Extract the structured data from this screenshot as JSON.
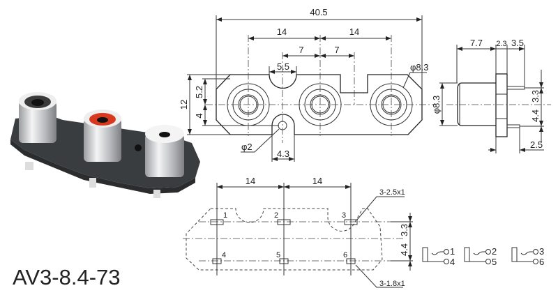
{
  "title": "AV3-8.4-73",
  "top_view": {
    "overall_width": "40.5",
    "pitch_left": "14",
    "pitch_right": "14",
    "half_pitch_left": "7",
    "half_pitch_right": "7",
    "notch_width": "5.5",
    "height_total": "12",
    "height_upper": "5.2",
    "height_lower": "4",
    "hole_diameter": "φ2",
    "tab_width": "4.3",
    "jack_diameter": "φ8.3"
  },
  "side_view": {
    "body_length": "7.7",
    "flange_thickness": "2.3",
    "pin_length": "3.5",
    "diameter": "φ8.3",
    "pin_upper_offset": "3.3",
    "pin_lower_offset": "4.4",
    "pin_lower_length": "2.5"
  },
  "pcb_layout": {
    "pitch_left": "14",
    "pitch_right": "14",
    "upper_pad_note": "3-2.5x1",
    "lower_pad_note": "3-1.8x1",
    "upper_offset": "3.3",
    "lower_offset": "4.4",
    "pins": [
      "1",
      "2",
      "3",
      "4",
      "5",
      "6"
    ]
  },
  "schematics": [
    {
      "top": "1",
      "bottom": "4"
    },
    {
      "top": "2",
      "bottom": "5"
    },
    {
      "top": "3",
      "bottom": "6"
    }
  ],
  "colors": {
    "plastic": "#3a3d40",
    "red_insert": "#d8381e",
    "metal": "#d9dadc"
  }
}
